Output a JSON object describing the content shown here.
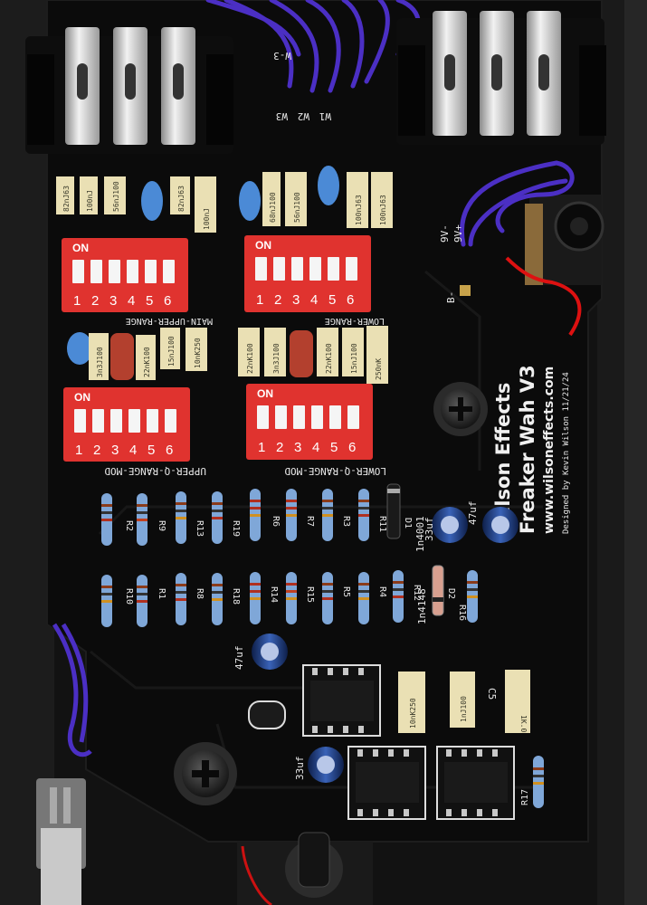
{
  "board": {
    "brand": "Wilson Effects",
    "model": "Freaker Wah V3",
    "website": "www.wilsoneffects.com",
    "designer": "Designed by Kevin Wilson 11/21/24"
  },
  "power_labels": {
    "plus": "9V+",
    "minus": "9V-",
    "b": "B-"
  },
  "wire_labels": [
    "W3",
    "W2",
    "W1",
    "W-3"
  ],
  "dip_switches": [
    {
      "label_on": "ON",
      "numbers": [
        "1",
        "2",
        "3",
        "4",
        "5",
        "6"
      ]
    },
    {
      "label_on": "ON",
      "numbers": [
        "1",
        "2",
        "3",
        "4",
        "5",
        "6"
      ]
    },
    {
      "label_on": "ON",
      "numbers": [
        "1",
        "2",
        "3",
        "4",
        "5",
        "6"
      ]
    },
    {
      "label_on": "ON",
      "numbers": [
        "1",
        "2",
        "3",
        "4",
        "5",
        "6"
      ]
    }
  ],
  "section_labels": {
    "main_upper": "MAIN-UPPER-RANGE",
    "lower": "LOWER-RANGE",
    "upper_q": "UPPER-Q-RANGE-MOD",
    "lower_q": "LOWER-Q-RANGE-MOD"
  },
  "caps_top_left": [
    "82nJ63",
    "100nJ",
    "56nJ100",
    "82nJ63",
    "100nJ"
  ],
  "caps_top_right": [
    "68nJ100",
    "56nJ100",
    "100nJ63",
    "100nJ63"
  ],
  "caps_mid_left": [
    "3n3J100",
    "22nK100",
    "15nJ100",
    "10nK250"
  ],
  "caps_mid_right": [
    "22nK100",
    "3n3J100",
    "22nK100",
    "15nJ100",
    "250nK"
  ],
  "resistor_row1": [
    "R2",
    "R9",
    "R13",
    "R19",
    "R6",
    "R7",
    "R3",
    "R11"
  ],
  "resistor_row2": [
    "R10",
    "R1",
    "R8",
    "R18",
    "R14",
    "R15",
    "R5",
    "R4",
    "R12",
    "R16"
  ],
  "other_labels": {
    "d1": "D1",
    "d1_part": "1n4001",
    "d2": "D2",
    "d2_part": "1n4148",
    "cap33a": "33uf",
    "cap47a": "47uf",
    "cap47b": "47uf",
    "cap33b": "33uf",
    "c5": "C5",
    "c5_val": "1nJ100",
    "film_a": "10nK250",
    "film_b": "1K.0",
    "r17": "R17"
  }
}
